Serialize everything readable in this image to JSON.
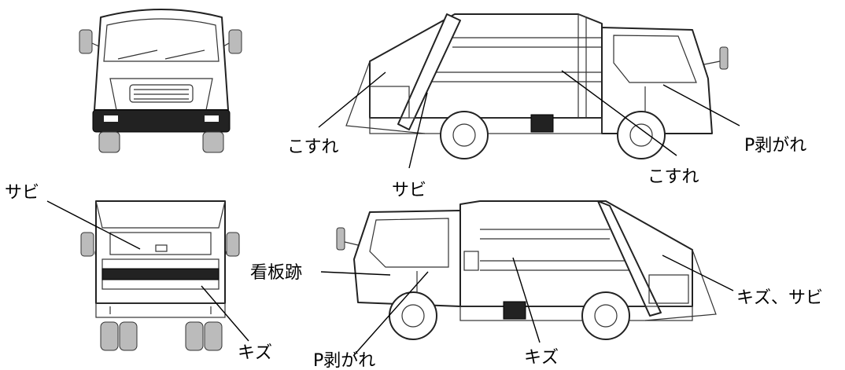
{
  "labels": {
    "side_top": {
      "kosure_left": "こすれ",
      "sabi": "サビ",
      "kosure_right": "こすれ",
      "p_hagare": "P剥がれ"
    },
    "rear": {
      "sabi": "サビ",
      "kizu": "キズ"
    },
    "side_bottom": {
      "kanban_ato": "看板跡",
      "p_hagare": "P剥がれ",
      "kizu": "キズ",
      "kizu_sabi": "キズ、サビ"
    }
  }
}
